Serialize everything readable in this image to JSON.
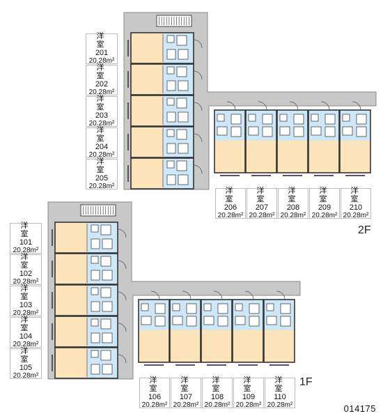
{
  "colors": {
    "corridor": "#c8c8c8",
    "western_room": "#fde3b9",
    "wet_area": "#cfe8f7",
    "wall": "#333333"
  },
  "floors": {
    "f2": {
      "label": "2F",
      "units_left": [
        {
          "type": "洋　室",
          "number": "201",
          "area": "20.28m²"
        },
        {
          "type": "洋　室",
          "number": "202",
          "area": "20.28m²"
        },
        {
          "type": "洋　室",
          "number": "203",
          "area": "20.28m²"
        },
        {
          "type": "洋　室",
          "number": "204",
          "area": "20.28m²"
        },
        {
          "type": "洋　室",
          "number": "205",
          "area": "20.28m²"
        }
      ],
      "units_bottom": [
        {
          "type": "洋　室",
          "number": "206",
          "area": "20.28m²"
        },
        {
          "type": "洋　室",
          "number": "207",
          "area": "20.28m²"
        },
        {
          "type": "洋　室",
          "number": "208",
          "area": "20.28m²"
        },
        {
          "type": "洋　室",
          "number": "209",
          "area": "20.28m²"
        },
        {
          "type": "洋　室",
          "number": "210",
          "area": "20.28m²"
        }
      ]
    },
    "f1": {
      "label": "1F",
      "units_left": [
        {
          "type": "洋　室",
          "number": "101",
          "area": "20.28m²"
        },
        {
          "type": "洋　室",
          "number": "102",
          "area": "20.28m²"
        },
        {
          "type": "洋　室",
          "number": "103",
          "area": "20.28m²"
        },
        {
          "type": "洋　室",
          "number": "104",
          "area": "20.28m²"
        },
        {
          "type": "洋　室",
          "number": "105",
          "area": "20.28m²"
        }
      ],
      "units_bottom": [
        {
          "type": "洋　室",
          "number": "106",
          "area": "20.28m²"
        },
        {
          "type": "洋　室",
          "number": "107",
          "area": "20.28m²"
        },
        {
          "type": "洋　室",
          "number": "108",
          "area": "20.28m²"
        },
        {
          "type": "洋　室",
          "number": "109",
          "area": "20.28m²"
        },
        {
          "type": "洋　室",
          "number": "110",
          "area": "20.28m²"
        }
      ]
    }
  },
  "plan_code": "014175"
}
